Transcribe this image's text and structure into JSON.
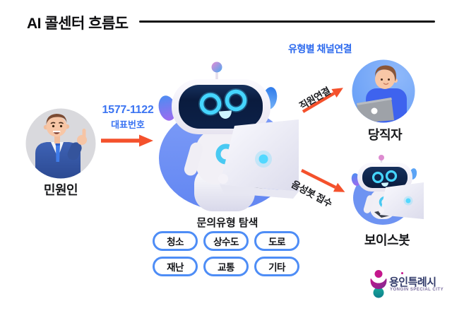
{
  "header": {
    "title": "AI 콜센터 흐름도"
  },
  "petitioner": {
    "label": "민원인"
  },
  "call": {
    "number": "1577-1122",
    "caption": "대표번호"
  },
  "channel": {
    "header": "유형별 채널연결"
  },
  "bot": {
    "caption": "문의유형 탐색",
    "categories": [
      "청소",
      "상수도",
      "도로",
      "재난",
      "교통",
      "기타"
    ]
  },
  "routes": [
    {
      "label": "직원연결",
      "target": "당직자"
    },
    {
      "label": "음성봇 접수",
      "target": "보이스봇"
    }
  ],
  "logo": {
    "name": "용인특례시",
    "subtitle": "YONGIN SPECIAL CITY"
  },
  "colors": {
    "arrow_red": "#f4512c",
    "link_blue": "#3b74f2",
    "header_blue": "#2e6bee",
    "pill_border": "#4e8df6",
    "bot_circle": "#6b92f5",
    "screen_navy": "#0a1b3e",
    "eye_cyan": "#45d5ff"
  }
}
